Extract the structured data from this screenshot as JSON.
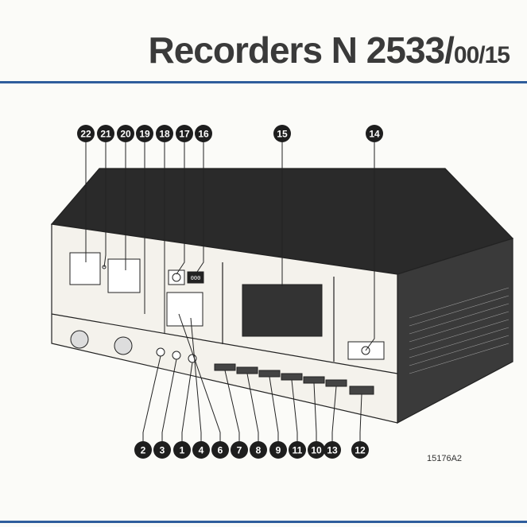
{
  "header": {
    "title_main": "Recorders N 2533/",
    "title_suffix": "00/15"
  },
  "figure": {
    "drawing_code": "15176A2",
    "counter_display": "000",
    "top_callouts": [
      "22",
      "21",
      "20",
      "19",
      "18",
      "17",
      "16",
      "15",
      "14"
    ],
    "bottom_callouts": [
      "2",
      "3",
      "1",
      "4",
      "6",
      "7",
      "8",
      "9",
      "11",
      "10",
      "13",
      "12"
    ]
  }
}
